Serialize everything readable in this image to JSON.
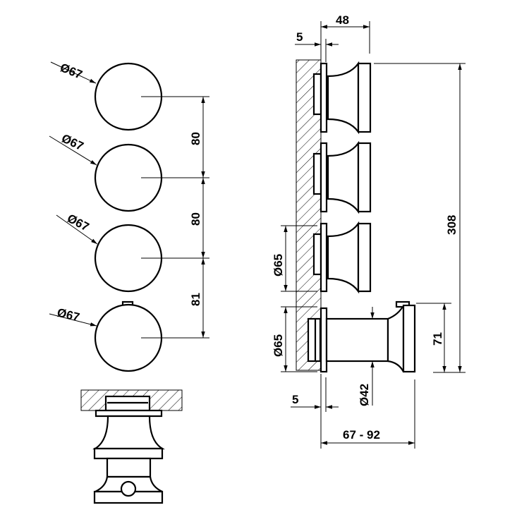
{
  "front_view": {
    "diameter_labels": [
      "Ø67",
      "Ø67",
      "Ø67",
      "Ø67"
    ],
    "spacing_labels": [
      "80",
      "80",
      "81"
    ]
  },
  "side_view": {
    "wall_thickness_top": "5",
    "projection_knob": "48",
    "overall_height": "308",
    "plate_diameter_1": "Ø65",
    "plate_diameter_2": "Ø65",
    "thermostat_height": "71",
    "body_diameter": "Ø42",
    "wall_thickness_bottom": "5",
    "projection_range": "67 - 92"
  },
  "colors": {
    "line": "#000000",
    "background": "#ffffff"
  }
}
